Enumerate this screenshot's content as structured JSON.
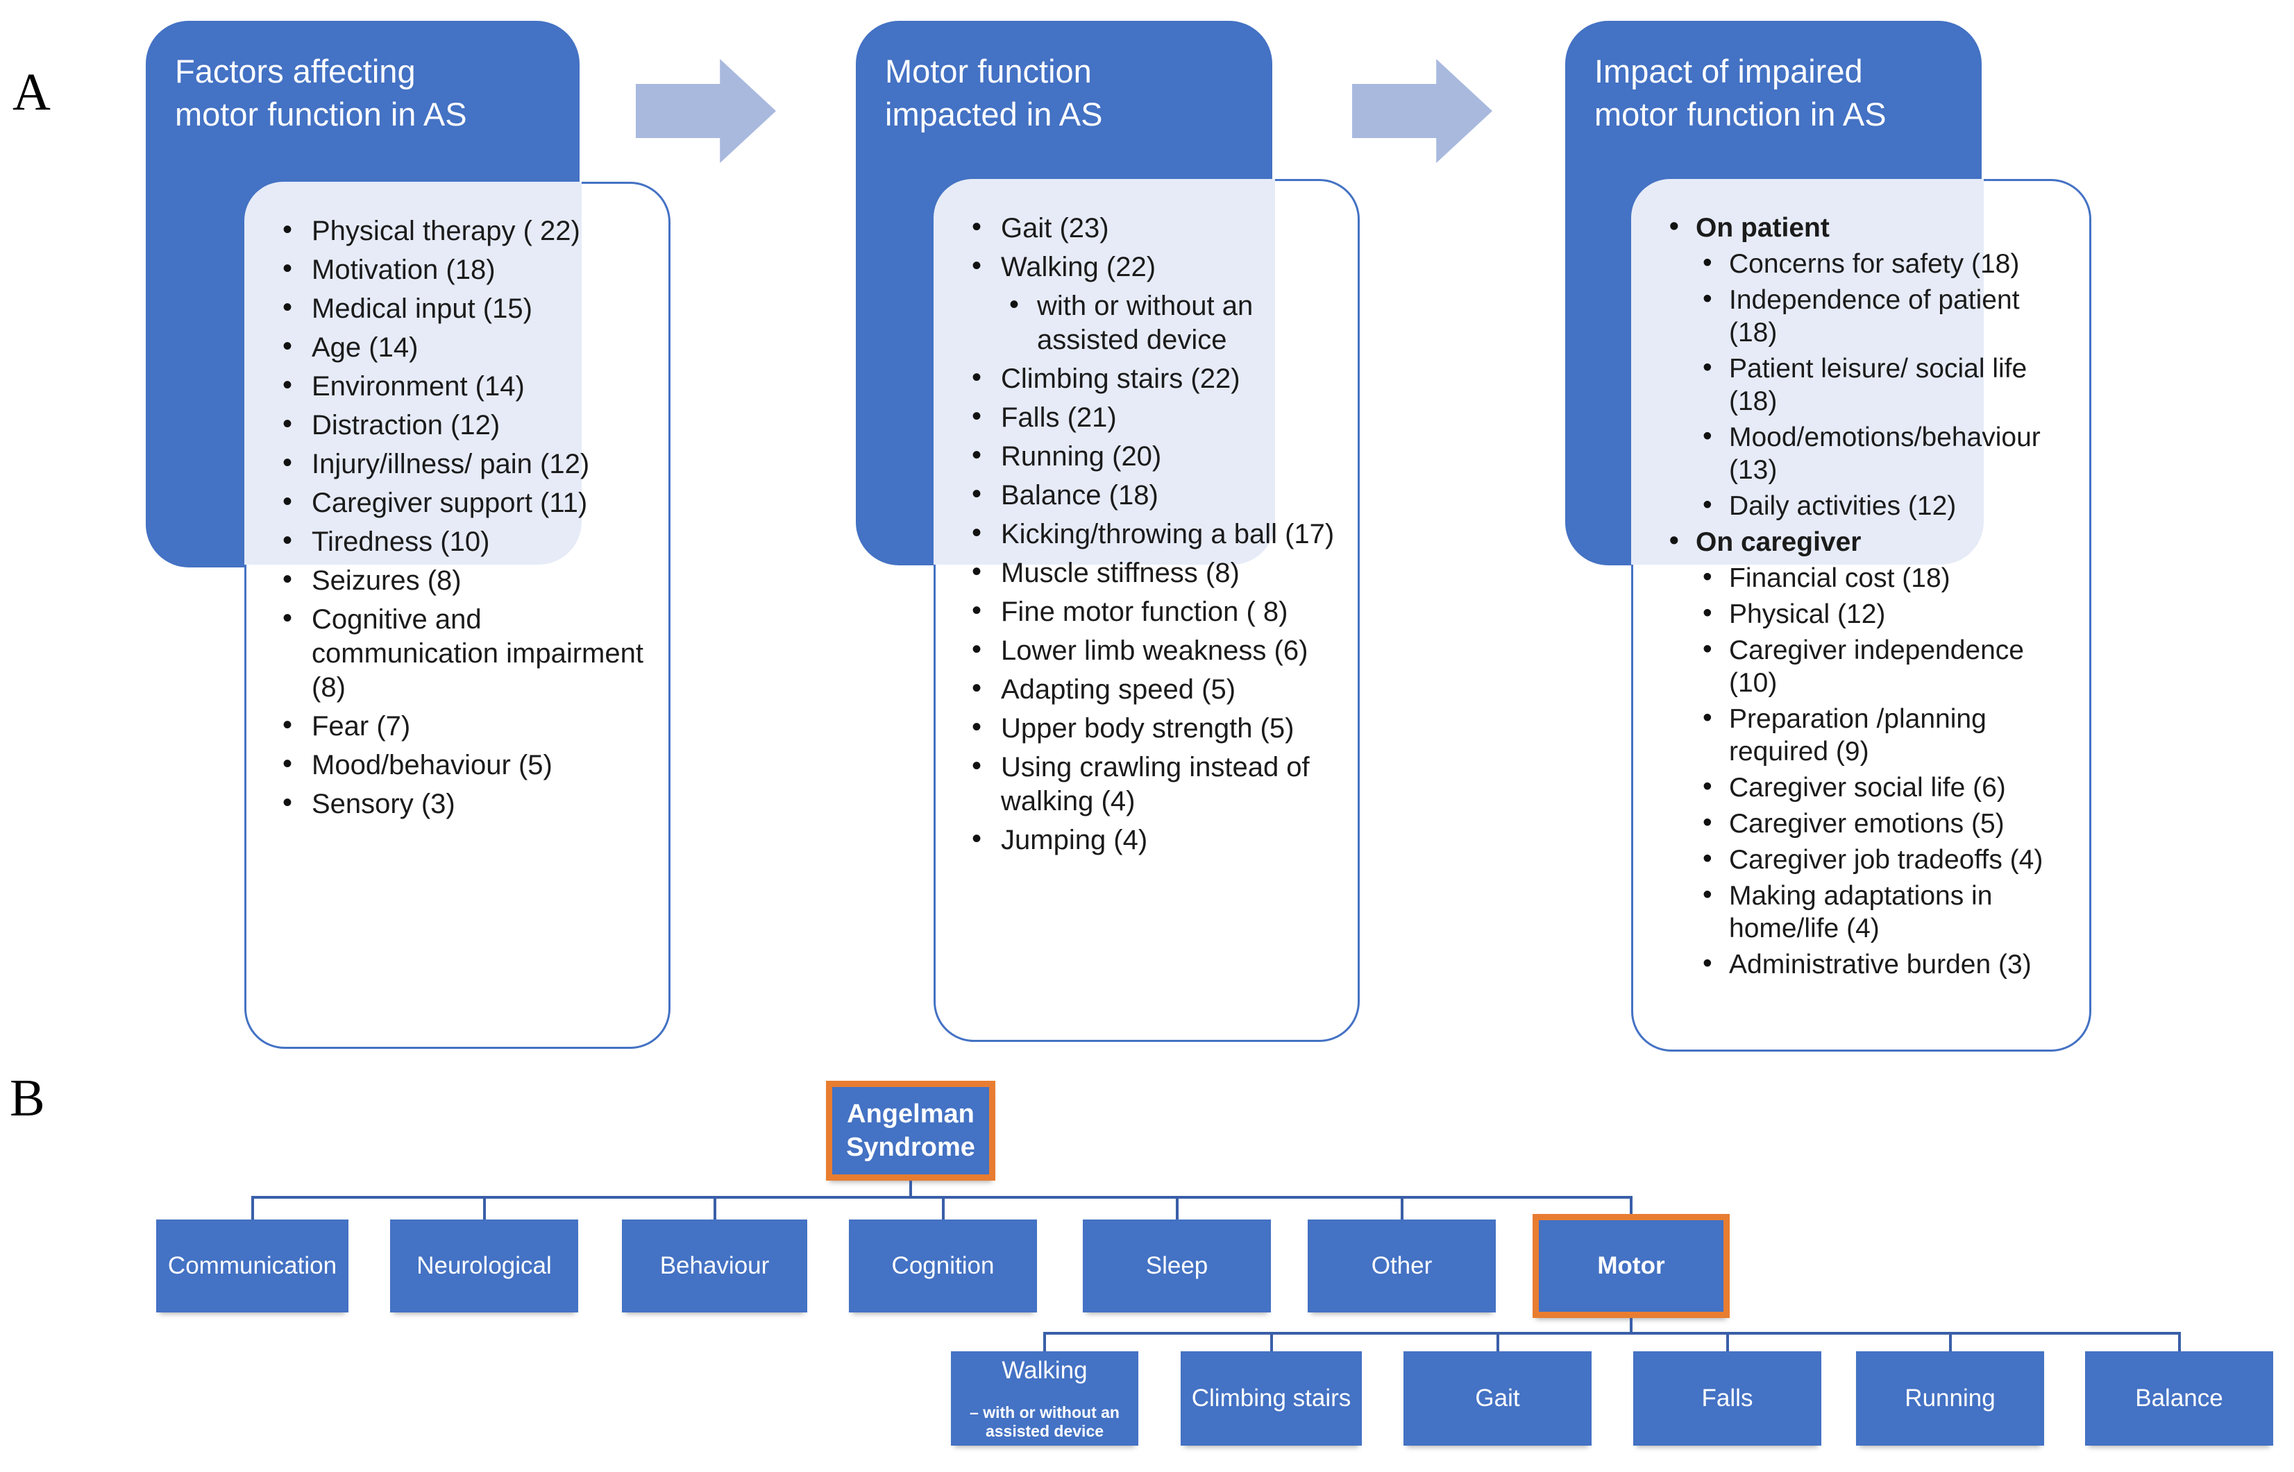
{
  "panel_a_label": "A",
  "panel_b_label": "B",
  "colors": {
    "box_blue": "#4472C4",
    "arrow_blue": "#A9B9DE",
    "overlap_tint": "#E6EBF7",
    "connector_blue": "#3A5FA8",
    "highlight_orange": "#E87D31",
    "card_border": "#4472C4",
    "text_dark": "#1b1b1b",
    "text_white": "#ffffff"
  },
  "columns": [
    {
      "title": "Factors affecting\nmotor function in AS",
      "items": [
        {
          "text": "Physical therapy ( 22)",
          "level": 1
        },
        {
          "text": "Motivation (18)",
          "level": 1
        },
        {
          "text": "Medical input (15)",
          "level": 1
        },
        {
          "text": "Age (14)",
          "level": 1
        },
        {
          "text": "Environment (14)",
          "level": 1
        },
        {
          "text": "Distraction (12)",
          "level": 1
        },
        {
          "text": "Injury/illness/ pain (12)",
          "level": 1
        },
        {
          "text": "Caregiver support (11)",
          "level": 1
        },
        {
          "text": "Tiredness (10)",
          "level": 1
        },
        {
          "text": "Seizures (8)",
          "level": 1
        },
        {
          "text": "Cognitive and\ncommunication impairment\n(8)",
          "level": 1
        },
        {
          "text": "Fear (7)",
          "level": 1
        },
        {
          "text": "Mood/behaviour (5)",
          "level": 1
        },
        {
          "text": "Sensory (3)",
          "level": 1
        }
      ]
    },
    {
      "title": "Motor function\nimpacted in AS",
      "items": [
        {
          "text": "Gait (23)",
          "level": 1
        },
        {
          "text": "Walking (22)",
          "level": 1
        },
        {
          "text": "with or without an\nassisted device",
          "level": 2
        },
        {
          "text": "Climbing stairs (22)",
          "level": 1
        },
        {
          "text": "Falls (21)",
          "level": 1
        },
        {
          "text": "Running (20)",
          "level": 1
        },
        {
          "text": "Balance (18)",
          "level": 1
        },
        {
          "text": "Kicking/throwing a ball (17)",
          "level": 1
        },
        {
          "text": "Muscle stiffness (8)",
          "level": 1
        },
        {
          "text": "Fine motor function ( 8)",
          "level": 1
        },
        {
          "text": "Lower limb weakness (6)",
          "level": 1
        },
        {
          "text": "Adapting speed (5)",
          "level": 1
        },
        {
          "text": "Upper body strength (5)",
          "level": 1
        },
        {
          "text": "Using crawling instead of\nwalking (4)",
          "level": 1
        },
        {
          "text": "Jumping (4)",
          "level": 1
        }
      ]
    },
    {
      "title": "Impact of impaired\nmotor function in AS",
      "items": [
        {
          "text": "On patient",
          "level": 1,
          "bold": true
        },
        {
          "text": "Concerns for safety (18)",
          "level": 2
        },
        {
          "text": "Independence of patient\n(18)",
          "level": 2
        },
        {
          "text": "Patient leisure/ social life\n(18)",
          "level": 2
        },
        {
          "text": "Mood/emotions/behaviour\n(13)",
          "level": 2
        },
        {
          "text": "Daily activities (12)",
          "level": 2
        },
        {
          "text": "On caregiver",
          "level": 1,
          "bold": true
        },
        {
          "text": "Financial cost (18)",
          "level": 2
        },
        {
          "text": "Physical (12)",
          "level": 2
        },
        {
          "text": "Caregiver independence (10)",
          "level": 2
        },
        {
          "text": "Preparation /planning\nrequired (9)",
          "level": 2
        },
        {
          "text": "Caregiver social life (6)",
          "level": 2
        },
        {
          "text": "Caregiver emotions (5)",
          "level": 2
        },
        {
          "text": "Caregiver job tradeoffs (4)",
          "level": 2
        },
        {
          "text": "Making adaptations in\nhome/life (4)",
          "level": 2
        },
        {
          "text": "Administrative burden (3)",
          "level": 2
        }
      ]
    }
  ],
  "hierarchy": {
    "root": {
      "label": "Angelman\nSyndrome",
      "highlighted": true
    },
    "level2": [
      {
        "label": "Communication"
      },
      {
        "label": "Neurological"
      },
      {
        "label": "Behaviour"
      },
      {
        "label": "Cognition"
      },
      {
        "label": "Sleep"
      },
      {
        "label": "Other"
      },
      {
        "label": "Motor",
        "highlighted": true
      }
    ],
    "level3": [
      {
        "label": "Walking",
        "sublabel": "– with or without an\nassisted device"
      },
      {
        "label": "Climbing stairs"
      },
      {
        "label": "Gait"
      },
      {
        "label": "Falls"
      },
      {
        "label": "Running"
      },
      {
        "label": "Balance"
      }
    ]
  }
}
